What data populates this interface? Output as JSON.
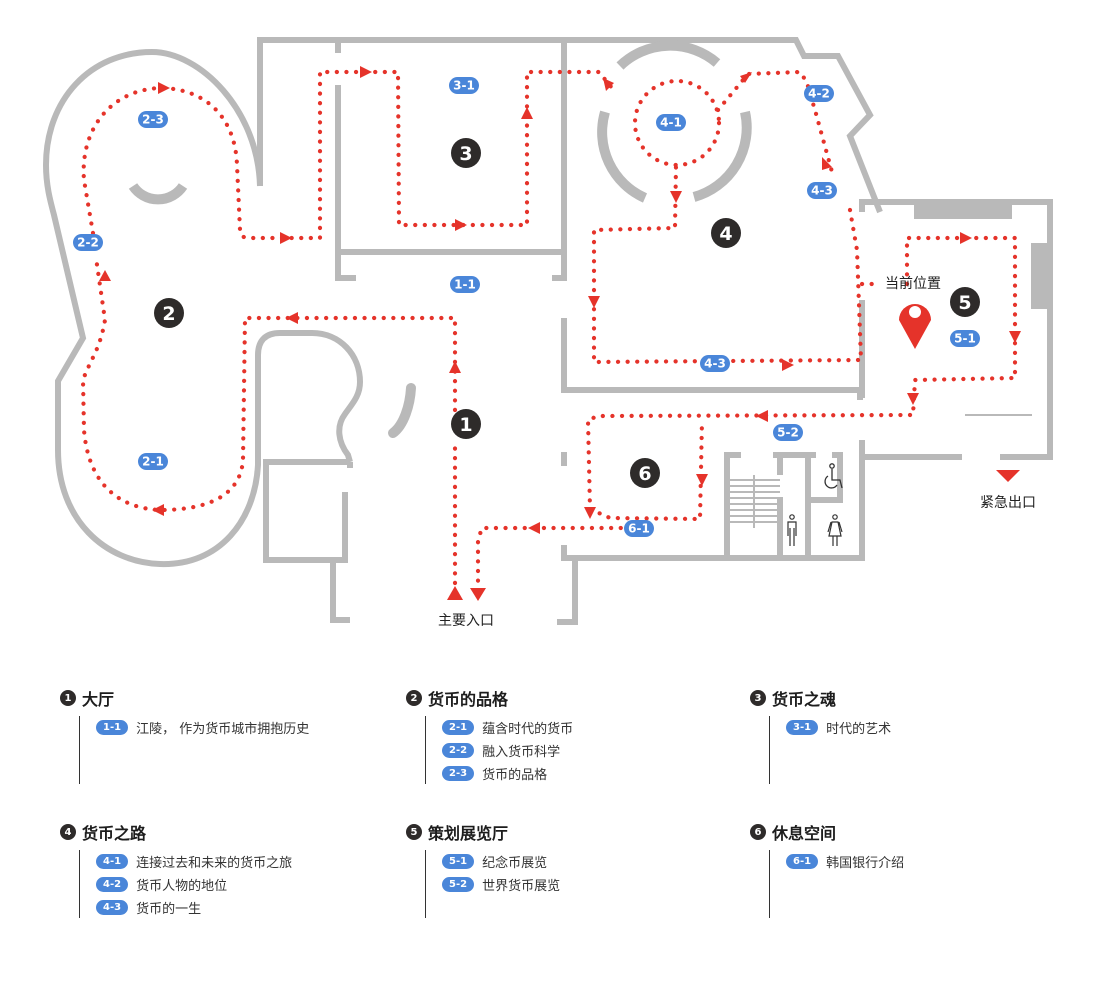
{
  "map": {
    "zones": [
      {
        "num": "1",
        "label": "1-1"
      },
      {
        "num": "2",
        "labels": [
          "2-1",
          "2-2",
          "2-3"
        ]
      },
      {
        "num": "3",
        "label": "3-1"
      },
      {
        "num": "4",
        "labels": [
          "4-1",
          "4-2",
          "4-3",
          "4-3"
        ]
      },
      {
        "num": "5",
        "labels": [
          "5-1",
          "5-2"
        ]
      },
      {
        "num": "6",
        "label": "6-1"
      }
    ],
    "current_location_label": "当前位置",
    "main_entrance_label": "主要入口",
    "emergency_exit_label": "紧急出口",
    "colors": {
      "route": "#e5332a",
      "badge": "#4a86d9",
      "wall": "#b9b9b9",
      "zone_number": "#2e2b2a"
    },
    "icons": [
      "location-pin-icon",
      "wheelchair-icon",
      "male-restroom-icon",
      "female-restroom-icon",
      "stairs-icon"
    ]
  },
  "legend": [
    {
      "num": "1",
      "title": "大厅",
      "items": [
        {
          "code": "1-1",
          "text": "江陵， 作为货币城市拥抱历史"
        }
      ]
    },
    {
      "num": "2",
      "title": "货币的品格",
      "items": [
        {
          "code": "2-1",
          "text": "蕴含时代的货币"
        },
        {
          "code": "2-2",
          "text": "融入货币科学"
        },
        {
          "code": "2-3",
          "text": "货币的品格"
        }
      ]
    },
    {
      "num": "3",
      "title": "货币之魂",
      "items": [
        {
          "code": "3-1",
          "text": "时代的艺术"
        }
      ]
    },
    {
      "num": "4",
      "title": "货币之路",
      "items": [
        {
          "code": "4-1",
          "text": "连接过去和未来的货币之旅"
        },
        {
          "code": "4-2",
          "text": "货币人物的地位"
        },
        {
          "code": "4-3",
          "text": "货币的一生"
        }
      ]
    },
    {
      "num": "5",
      "title": "策划展览厅",
      "items": [
        {
          "code": "5-1",
          "text": "纪念币展览"
        },
        {
          "code": "5-2",
          "text": "世界货币展览"
        }
      ]
    },
    {
      "num": "6",
      "title": "休息空间",
      "items": [
        {
          "code": "6-1",
          "text": "韩国银行介绍"
        }
      ]
    }
  ]
}
